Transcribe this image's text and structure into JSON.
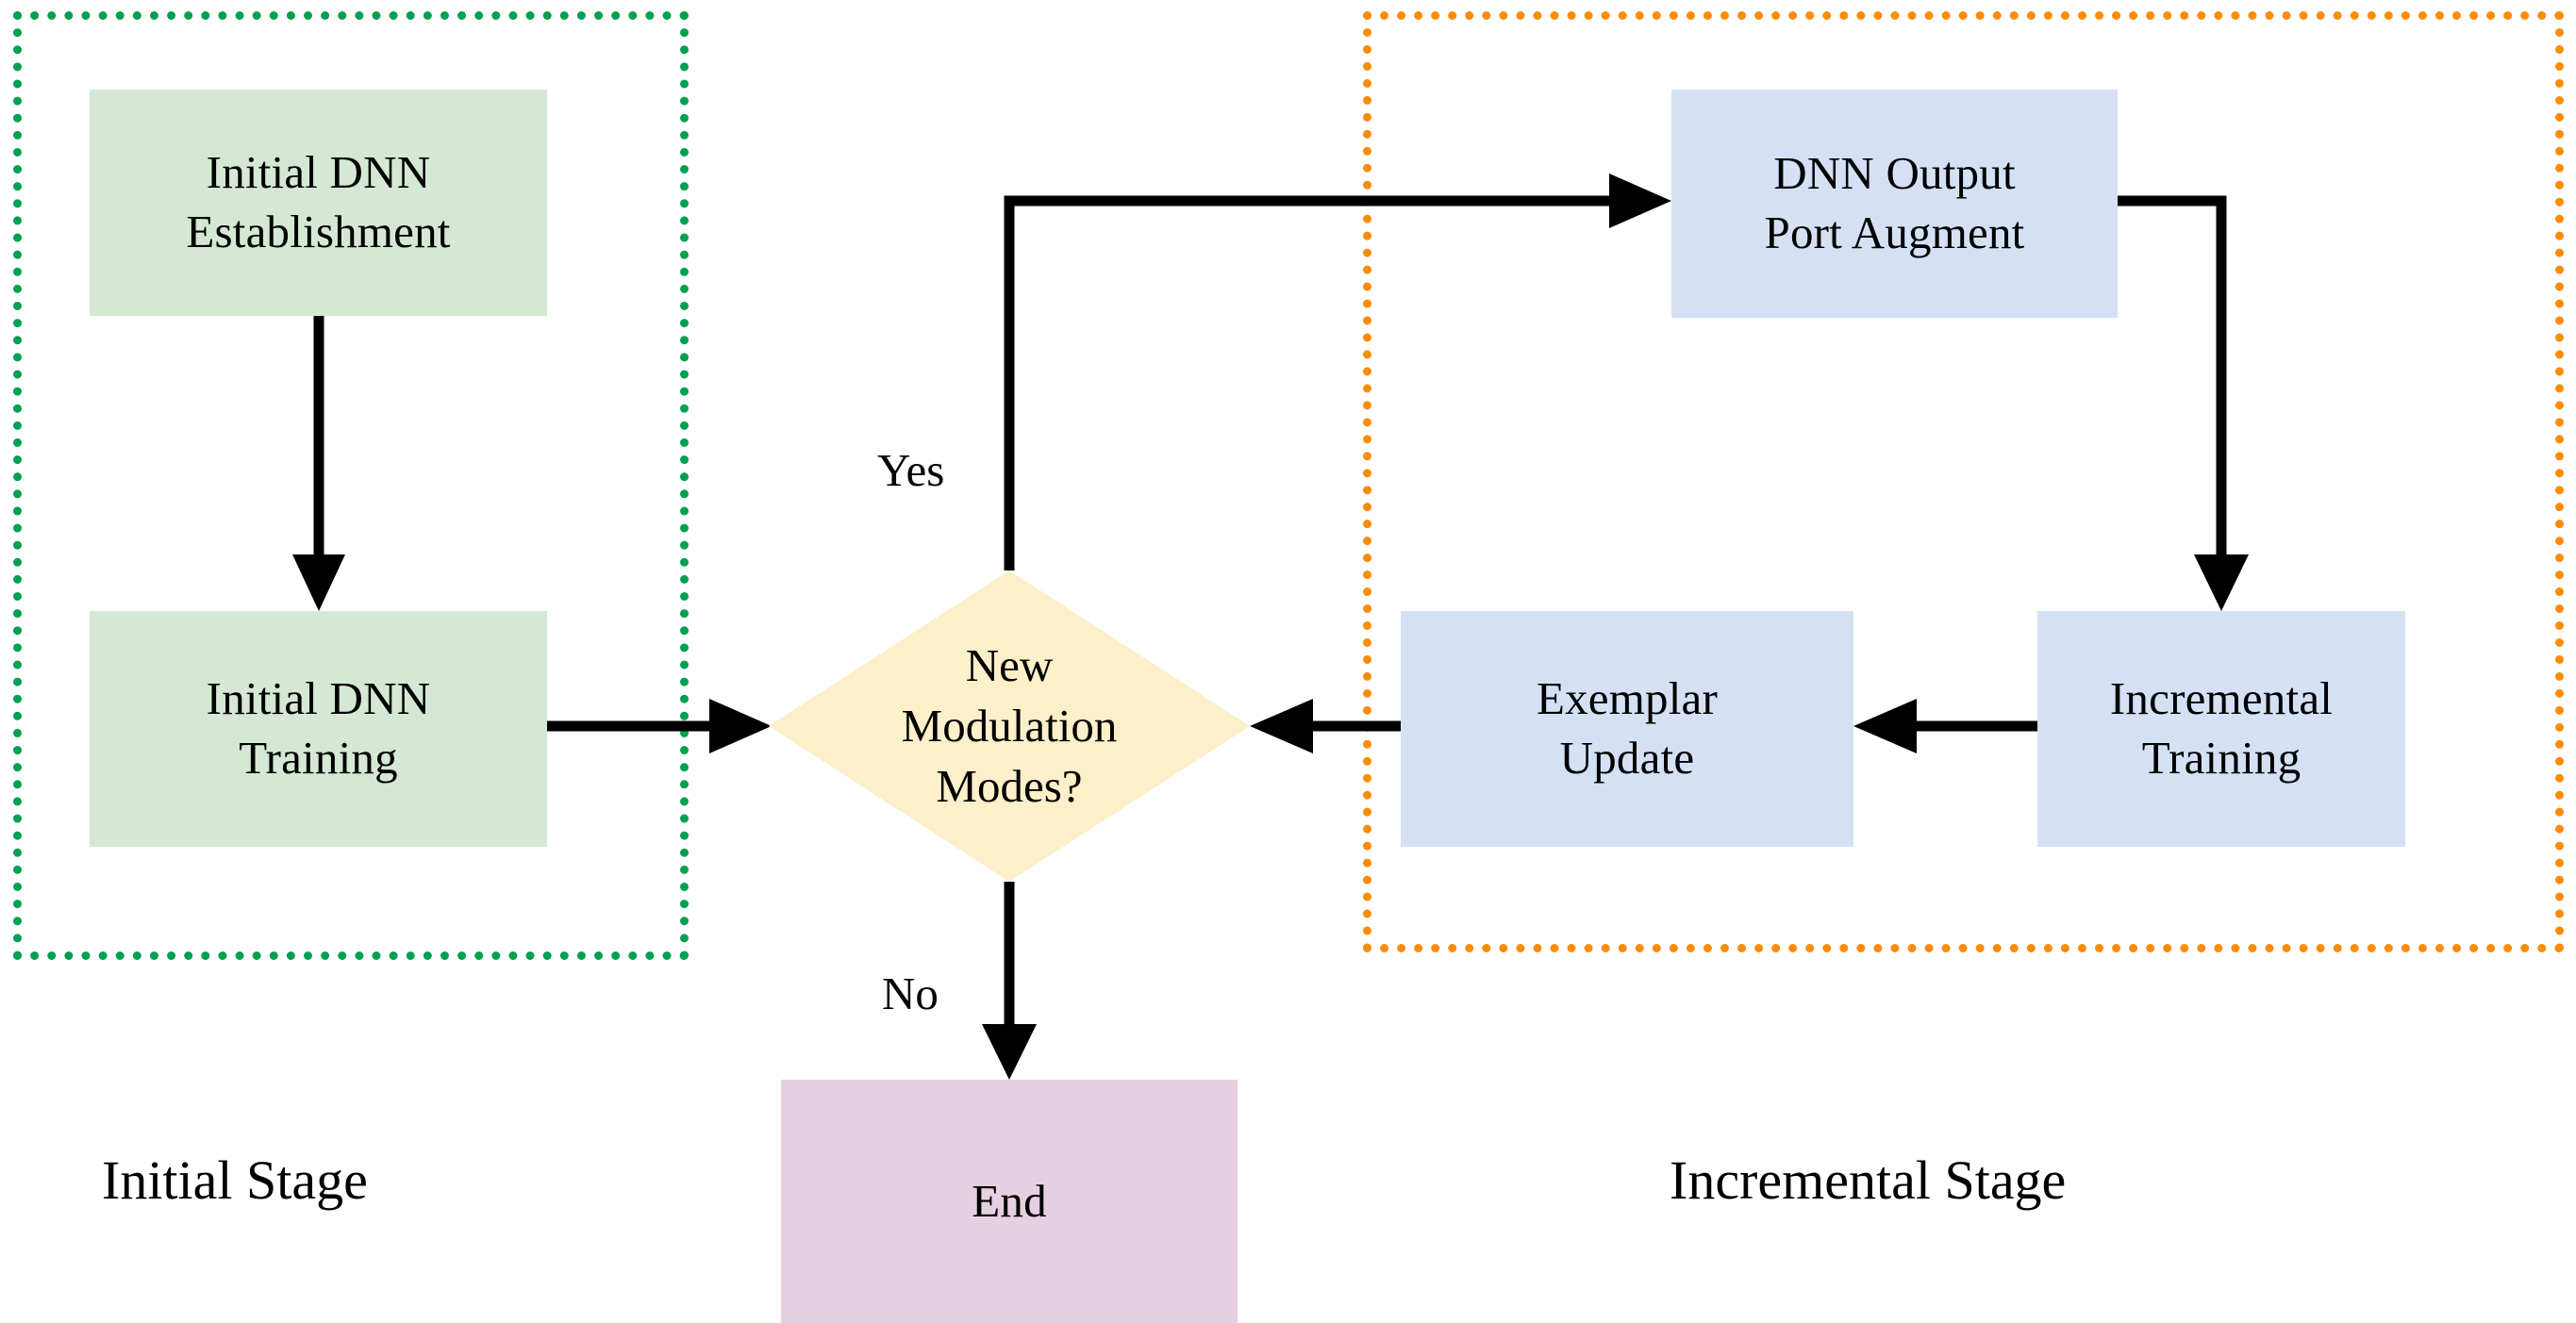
{
  "diagram": {
    "title_present": false,
    "background_color": "#ffffff",
    "colors": {
      "initial_stage_border": "#00a050",
      "incremental_stage_border": "#f98c08",
      "initial_node_fill": "#d5e8d4",
      "incremental_node_fill": "#d4e1f5",
      "decision_fill": "#fdefc9",
      "terminal_fill": "#e6cfe0",
      "edge_color": "#000000"
    },
    "regions": [
      {
        "id": "initial-stage",
        "label": "Initial Stage",
        "border_style": "dotted",
        "border_color": "#00a050"
      },
      {
        "id": "incremental-stage",
        "label": "Incremental Stage",
        "border_style": "dotted",
        "border_color": "#f98c08"
      }
    ],
    "nodes": [
      {
        "id": "initial-dnn-establishment",
        "label": "Initial DNN\nEstablishment",
        "shape": "rectangle",
        "fill": "#d5e8d4",
        "stage": "initial-stage"
      },
      {
        "id": "initial-dnn-training",
        "label": "Initial DNN\nTraining",
        "shape": "rectangle",
        "fill": "#d5e8d4",
        "stage": "initial-stage"
      },
      {
        "id": "new-modulation-modes",
        "label": "New\nModulation\nModes?",
        "shape": "diamond",
        "fill": "#fdefc9",
        "stage": "none"
      },
      {
        "id": "dnn-output-port-augment",
        "label": "DNN Output\nPort Augment",
        "shape": "rectangle",
        "fill": "#d4e1f5",
        "stage": "incremental-stage"
      },
      {
        "id": "incremental-training",
        "label": "Incremental\nTraining",
        "shape": "rectangle",
        "fill": "#d4e1f5",
        "stage": "incremental-stage"
      },
      {
        "id": "exemplar-update",
        "label": "Exemplar\nUpdate",
        "shape": "rectangle",
        "fill": "#d4e1f5",
        "stage": "incremental-stage"
      },
      {
        "id": "end",
        "label": "End",
        "shape": "rectangle",
        "fill": "#e6cfe0",
        "stage": "none"
      }
    ],
    "edges": [
      {
        "from": "initial-dnn-establishment",
        "to": "initial-dnn-training",
        "label": ""
      },
      {
        "from": "initial-dnn-training",
        "to": "new-modulation-modes",
        "label": ""
      },
      {
        "from": "new-modulation-modes",
        "to": "dnn-output-port-augment",
        "label": "Yes"
      },
      {
        "from": "dnn-output-port-augment",
        "to": "incremental-training",
        "label": ""
      },
      {
        "from": "incremental-training",
        "to": "exemplar-update",
        "label": ""
      },
      {
        "from": "exemplar-update",
        "to": "new-modulation-modes",
        "label": ""
      },
      {
        "from": "new-modulation-modes",
        "to": "end",
        "label": "No"
      }
    ],
    "edge_labels": {
      "yes": "Yes",
      "no": "No"
    }
  }
}
